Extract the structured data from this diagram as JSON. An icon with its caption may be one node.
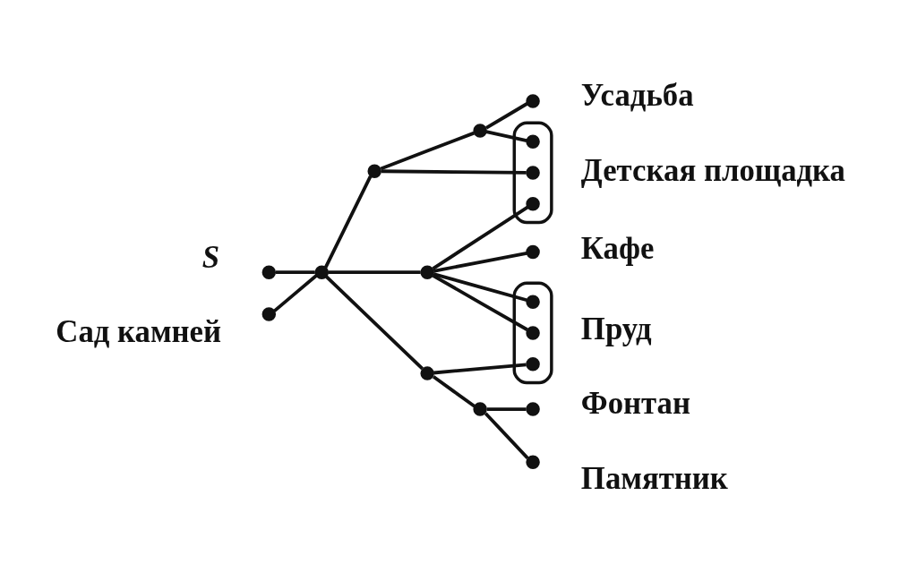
{
  "diagram": {
    "nodes": [
      {
        "text": [],
        "shape": "dot",
        "beside": [
          "S"
        ]
      },
      {
        "text": [],
        "shape": "dot",
        "beside": [
          "Сад камней"
        ]
      },
      {
        "text": [],
        "shape": "dot"
      },
      {
        "text": [],
        "shape": "dot"
      },
      {
        "text": [],
        "shape": "dot"
      },
      {
        "text": [],
        "shape": "dot"
      },
      {
        "text": [],
        "shape": "dot"
      },
      {
        "text": [],
        "shape": "dot"
      },
      {
        "text": [],
        "shape": "dot",
        "beside": [
          "Усадьба"
        ]
      },
      {
        "text": [],
        "shape": "ellipse",
        "beside": [
          "Детская площадка"
        ]
      },
      {
        "text": [],
        "shape": "dot",
        "in": 9
      },
      {
        "text": [],
        "shape": "dot",
        "in": 9
      },
      {
        "text": [],
        "shape": "dot",
        "in": 9
      },
      {
        "text": [],
        "shape": "dot",
        "beside": [
          "Кафе"
        ]
      },
      {
        "text": [],
        "shape": "ellipse",
        "beside": [
          "Пруд"
        ]
      },
      {
        "text": [],
        "shape": "dot",
        "in": 14
      },
      {
        "text": [],
        "shape": "dot",
        "in": 14
      },
      {
        "text": [],
        "shape": "dot",
        "in": 14
      },
      {
        "text": [],
        "shape": "dot",
        "beside": [
          "Фонтан"
        ]
      },
      {
        "text": [],
        "shape": "dot",
        "beside": [
          "Памятник"
        ]
      }
    ],
    "edges": [
      {
        "from": 0,
        "to": 2,
        "arrow": "none"
      },
      {
        "from": 2,
        "to": 3,
        "arrow": "none"
      },
      {
        "from": 2,
        "to": 5,
        "arrow": "none"
      },
      {
        "from": 2,
        "to": 4,
        "arrow": "none"
      },
      {
        "from": 2,
        "to": 1,
        "arrow": "none"
      },
      {
        "from": 3,
        "to": 7,
        "arrow": "none"
      },
      {
        "from": 3,
        "to": 11,
        "arrow": "none"
      },
      {
        "from": 7,
        "to": 8,
        "arrow": "none"
      },
      {
        "from": 7,
        "to": 10,
        "arrow": "none"
      },
      {
        "from": 5,
        "to": 12,
        "arrow": "none"
      },
      {
        "from": 5,
        "to": 13,
        "arrow": "none"
      },
      {
        "from": 5,
        "to": 15,
        "arrow": "none"
      },
      {
        "from": 5,
        "to": 16,
        "arrow": "none"
      },
      {
        "from": 4,
        "to": 17,
        "arrow": "none"
      },
      {
        "from": 4,
        "to": 6,
        "arrow": "none"
      },
      {
        "from": 6,
        "to": 18,
        "arrow": "none"
      },
      {
        "from": 6,
        "to": 19,
        "arrow": "none"
      }
    ]
  }
}
